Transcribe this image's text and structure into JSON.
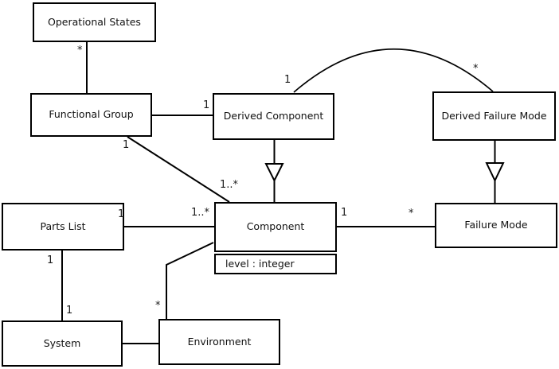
{
  "diagram": {
    "kind": "uml-class-diagram",
    "colors": {
      "background": "#ffffff",
      "node_fill": "#ffffff",
      "line": "#000000",
      "text": "#111111"
    },
    "nodes": {
      "operational_states": {
        "label": "Operational States"
      },
      "functional_group": {
        "label": "Functional Group"
      },
      "derived_component": {
        "label": "Derived Component"
      },
      "derived_failure_mode": {
        "label": "Derived Failure Mode"
      },
      "parts_list": {
        "label": "Parts List"
      },
      "component": {
        "label": "Component",
        "attributes": [
          "level : integer"
        ]
      },
      "failure_mode": {
        "label": "Failure Mode"
      },
      "system": {
        "label": "System"
      },
      "environment": {
        "label": "Environment"
      }
    },
    "edges": [
      {
        "id": "os-fg",
        "from": "Operational States",
        "to": "Functional Group",
        "type": "association",
        "from_label": "*"
      },
      {
        "id": "fg-dc",
        "from": "Functional Group",
        "to": "Derived Component",
        "type": "association",
        "to_label": "1"
      },
      {
        "id": "fg-comp",
        "from": "Functional Group",
        "to": "Component",
        "type": "association",
        "from_label": "1",
        "to_label": "1..*"
      },
      {
        "id": "dc-dfm",
        "from": "Derived Component",
        "to": "Derived Failure Mode",
        "type": "association-arc",
        "from_label": "1",
        "to_label": "*"
      },
      {
        "id": "dc-comp",
        "from": "Derived Component",
        "to": "Component",
        "type": "generalization"
      },
      {
        "id": "dfm-fm",
        "from": "Derived Failure Mode",
        "to": "Failure Mode",
        "type": "generalization"
      },
      {
        "id": "pl-comp",
        "from": "Parts List",
        "to": "Component",
        "type": "association",
        "from_label": "1",
        "to_label": "1..*"
      },
      {
        "id": "pl-sys",
        "from": "Parts List",
        "to": "System",
        "type": "association",
        "from_label": "1",
        "to_label": "1"
      },
      {
        "id": "comp-fm",
        "from": "Component",
        "to": "Failure Mode",
        "type": "association",
        "from_label": "1",
        "to_label": "*"
      },
      {
        "id": "sys-env",
        "from": "System",
        "to": "Environment",
        "type": "association"
      },
      {
        "id": "env-comp",
        "from": "Environment",
        "to": "Component",
        "type": "association",
        "from_label": "*"
      }
    ]
  }
}
